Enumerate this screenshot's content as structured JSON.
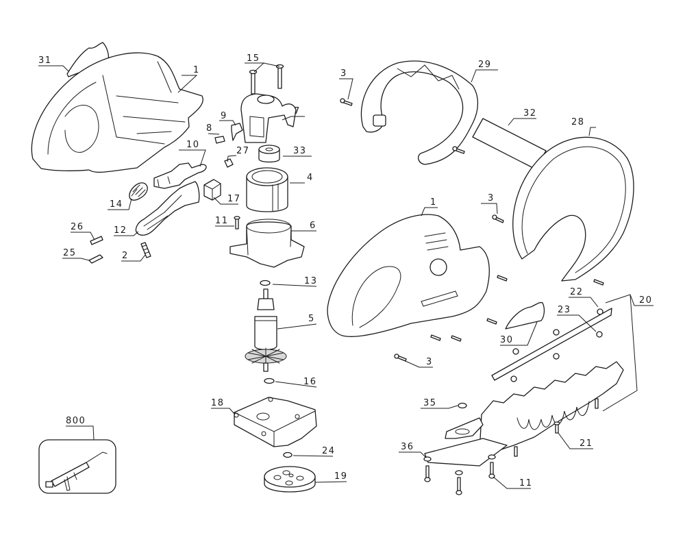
{
  "diagram": {
    "type": "exploded parts diagram",
    "subject": "electric hedge trimmer",
    "callouts": [
      {
        "key": "c31",
        "label": "31",
        "part": "label-decal-left"
      },
      {
        "key": "c1a",
        "label": "1",
        "part": "housing-left-half"
      },
      {
        "key": "c15",
        "label": "15",
        "part": "screws-pair"
      },
      {
        "key": "c7",
        "label": "7",
        "part": "brush-holder-assembly"
      },
      {
        "key": "c9",
        "label": "9",
        "part": "terminal-clip"
      },
      {
        "key": "c8",
        "label": "8",
        "part": "carbon-brush"
      },
      {
        "key": "c10",
        "label": "10",
        "part": "switch-actuator"
      },
      {
        "key": "c27",
        "label": "27",
        "part": "small-clip"
      },
      {
        "key": "c33",
        "label": "33",
        "part": "bushing"
      },
      {
        "key": "c4",
        "label": "4",
        "part": "field-stator"
      },
      {
        "key": "c17",
        "label": "17",
        "part": "switch"
      },
      {
        "key": "c14",
        "label": "14",
        "part": "compression-spring"
      },
      {
        "key": "c11a",
        "label": "11",
        "part": "screw"
      },
      {
        "key": "c6",
        "label": "6",
        "part": "motor-housing"
      },
      {
        "key": "c26",
        "label": "26",
        "part": "lock-plate"
      },
      {
        "key": "c12",
        "label": "12",
        "part": "trigger"
      },
      {
        "key": "c25",
        "label": "25",
        "part": "lock-lever"
      },
      {
        "key": "c2",
        "label": "2",
        "part": "spring"
      },
      {
        "key": "c13",
        "label": "13",
        "part": "washer"
      },
      {
        "key": "c5",
        "label": "5",
        "part": "armature"
      },
      {
        "key": "c16",
        "label": "16",
        "part": "washer"
      },
      {
        "key": "c18",
        "label": "18",
        "part": "gear-case"
      },
      {
        "key": "c24",
        "label": "24",
        "part": "washer"
      },
      {
        "key": "c19",
        "label": "19",
        "part": "gear"
      },
      {
        "key": "c800",
        "label": "800",
        "part": "grease-gun"
      },
      {
        "key": "c3a",
        "label": "3",
        "part": "screw"
      },
      {
        "key": "c29",
        "label": "29",
        "part": "front-handle"
      },
      {
        "key": "c32",
        "label": "32",
        "part": "label"
      },
      {
        "key": "c28",
        "label": "28",
        "part": "hand-guard"
      },
      {
        "key": "c3b",
        "label": "3",
        "part": "screw"
      },
      {
        "key": "c1b",
        "label": "1",
        "part": "housing-right-half"
      },
      {
        "key": "c22",
        "label": "22",
        "part": "nut"
      },
      {
        "key": "c20",
        "label": "20",
        "part": "blade-assembly"
      },
      {
        "key": "c23",
        "label": "23",
        "part": "washer"
      },
      {
        "key": "c30",
        "label": "30",
        "part": "label-decal-right"
      },
      {
        "key": "c3c",
        "label": "3",
        "part": "screw"
      },
      {
        "key": "c35",
        "label": "35",
        "part": "washer"
      },
      {
        "key": "c21",
        "label": "21",
        "part": "screw"
      },
      {
        "key": "c36",
        "label": "36",
        "part": "washer"
      },
      {
        "key": "c11b",
        "label": "11",
        "part": "screw"
      }
    ]
  },
  "labels": {
    "c31": "31",
    "c1a": "1",
    "c15": "15",
    "c7": "7",
    "c9": "9",
    "c8": "8",
    "c10": "10",
    "c27": "27",
    "c33": "33",
    "c4": "4",
    "c17": "17",
    "c14": "14",
    "c11a": "11",
    "c6": "6",
    "c26": "26",
    "c12": "12",
    "c25": "25",
    "c2": "2",
    "c13": "13",
    "c5": "5",
    "c16": "16",
    "c18": "18",
    "c24": "24",
    "c19": "19",
    "c800": "800",
    "c3a": "3",
    "c29": "29",
    "c32": "32",
    "c28": "28",
    "c3b": "3",
    "c1b": "1",
    "c22": "22",
    "c20": "20",
    "c23": "23",
    "c30": "30",
    "c3c": "3",
    "c35": "35",
    "c21": "21",
    "c36": "36",
    "c11b": "11"
  },
  "colors": {
    "ink": "#1a1a1a",
    "background": "#ffffff"
  }
}
